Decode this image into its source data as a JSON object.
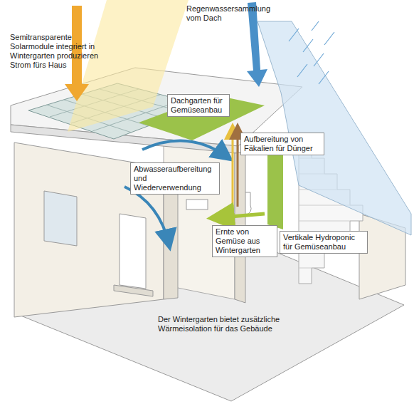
{
  "diagram": {
    "nodes": [
      {
        "text": [
          "Dachgarten für Gemüseanbau"
        ]
      },
      {
        "text": [
          "Aufbereitung von Fäkalien für Dünger"
        ]
      },
      {
        "text": [
          "Abwasseraufbereitung und Wiederverwendung"
        ]
      },
      {
        "text": [
          "Ernte von Gemüse aus Wintergarten"
        ]
      },
      {
        "text": [
          "Vertikale Hydroponic für Gemüseanbau"
        ]
      }
    ],
    "labels": [
      "Semitransparente Solarmodule integriert in Wintergarten produzieren Strom fürs Haus",
      "Regenwassersammlung vom Dach",
      "Der Wintergarten bietet zusätzliche Wärmeisolation für das Gebäude"
    ]
  }
}
